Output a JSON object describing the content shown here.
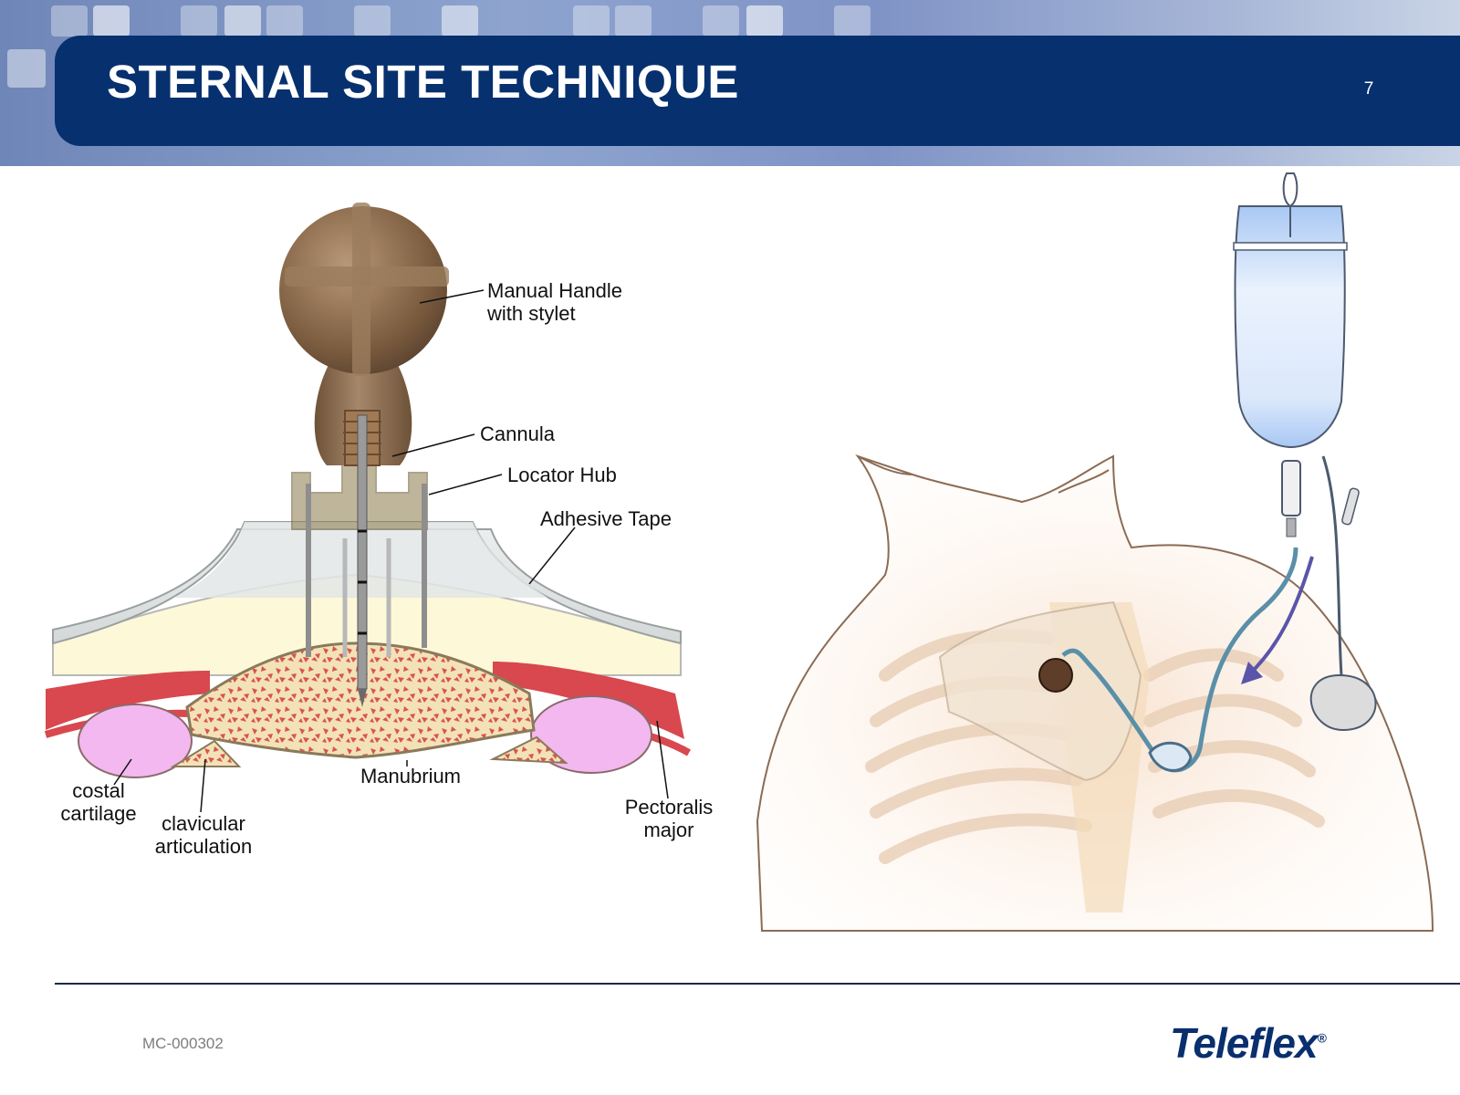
{
  "slide": {
    "title": "STERNAL SITE TECHNIQUE",
    "page_number": "7"
  },
  "left_diagram": {
    "labels": {
      "manual_handle": "Manual Handle\nwith stylet",
      "cannula": "Cannula",
      "locator_hub": "Locator Hub",
      "adhesive_tape": "Adhesive Tape",
      "costal_cartilage": "costal\ncartilage",
      "clavicular_articulation": "clavicular\narticulation",
      "manubrium": "Manubrium",
      "pectoralis_major": "Pectoralis\nmajor"
    }
  },
  "footer": {
    "doc_code": "MC-000302",
    "brand": "Teleflex",
    "brand_mark": "®"
  },
  "colors": {
    "title_bar": "#07306f",
    "header_gradient": "#8ea4cf",
    "handle": "#8a6a4a",
    "bone": "#f3e2b8",
    "marrow": "#d9544f",
    "muscle": "#d8484e",
    "cartilage": "#f3b8ef",
    "iv_fluid": "#b9d3f7",
    "arrow": "#5a55a8",
    "brand": "#0a2f6e"
  }
}
